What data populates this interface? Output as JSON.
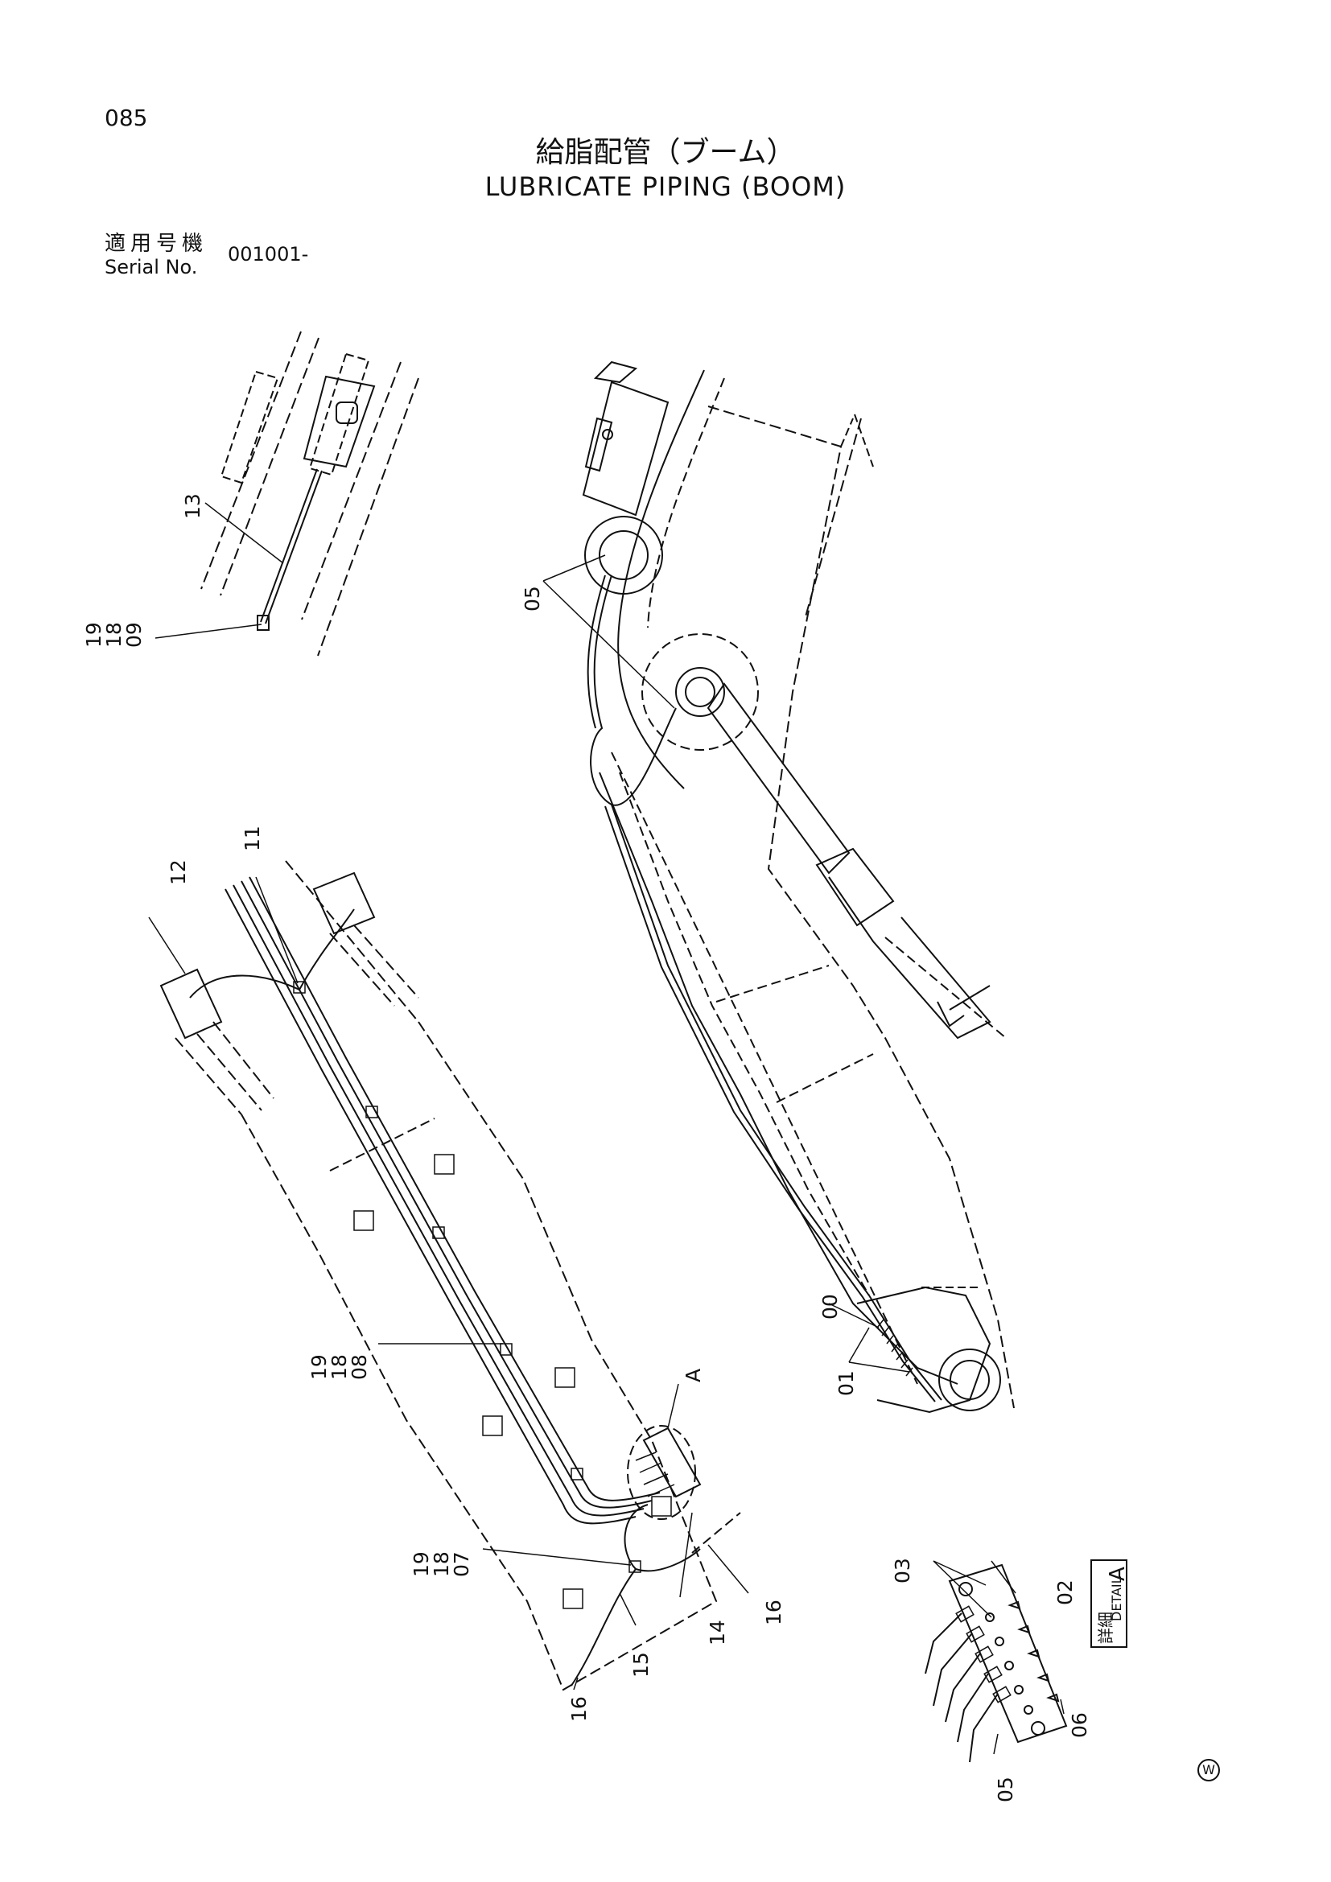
{
  "header": {
    "page_number": "085",
    "title_jp": "給脂配管（ブーム）",
    "title_en": "LUBRICATE PIPING (BOOM)",
    "serial_label_jp": "適用号機",
    "serial_label_en": "Serial No.",
    "serial_value": "001001-"
  },
  "callouts": {
    "p13": "13",
    "p19a": "19",
    "p18a": "18",
    "p09": "09",
    "p05a": "05",
    "p12": "12",
    "p11": "11",
    "p19b": "19",
    "p18b": "18",
    "p08": "08",
    "pA": "A",
    "p00": "00",
    "p01": "01",
    "p19c": "19",
    "p18c": "18",
    "p07": "07",
    "p16a": "16",
    "p14": "14",
    "p15": "15",
    "p16b": "16",
    "p03": "03",
    "p02": "02",
    "p06": "06",
    "p05b": "05"
  },
  "detail": {
    "label_jp": "詳細",
    "label_en": "DETAIL",
    "letter": "A"
  },
  "mark": "W"
}
